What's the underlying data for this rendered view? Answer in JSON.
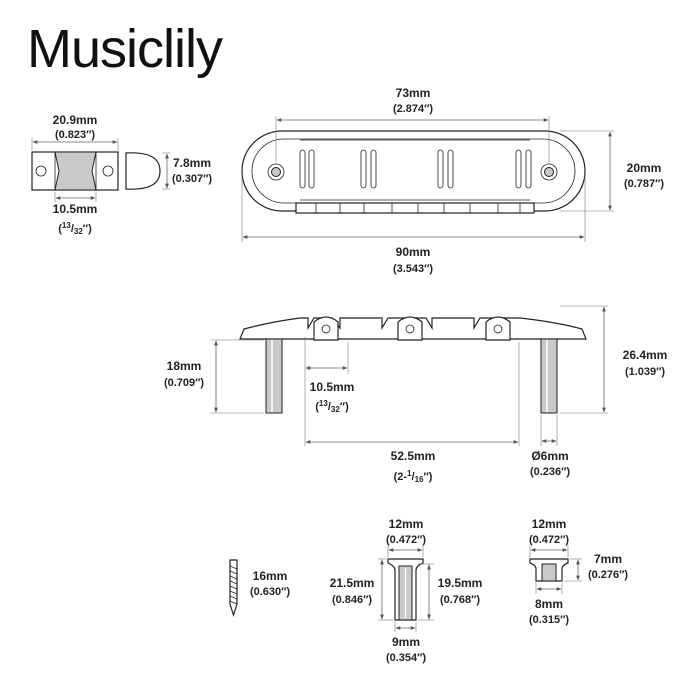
{
  "brand": "Musiclily",
  "top_view": {
    "overall_length": {
      "value": "90mm",
      "inch": "(3.543″)"
    },
    "hole_spacing": {
      "value": "73mm",
      "inch": "(2.874″)"
    },
    "width": {
      "value": "20mm",
      "inch": "(0.787″)"
    }
  },
  "saddle": {
    "length": {
      "value": "20.9mm",
      "inch": "(0.823″)"
    },
    "inner": {
      "value": "10.5mm",
      "inch_pre": "(",
      "inch_num": "13",
      "inch_den": "32",
      "inch_post": "″)"
    },
    "height": {
      "value": "7.8mm",
      "inch": "(0.307″)"
    }
  },
  "side_view": {
    "post_height": {
      "value": "18mm",
      "inch": "(0.709″)"
    },
    "total_height": {
      "value": "26.4mm",
      "inch": "(1.039″)"
    },
    "saddle_spacing": {
      "value": "10.5mm",
      "inch_pre": "(",
      "inch_num": "13",
      "inch_den": "32",
      "inch_post": "″)"
    },
    "string_spread": {
      "value": "52.5mm",
      "inch_pre": "(2-",
      "inch_num": "1",
      "inch_den": "16",
      "inch_post": "″)"
    },
    "post_diameter": {
      "value": "Ø6mm",
      "inch": "(0.236″)"
    }
  },
  "screw": {
    "length": {
      "value": "16mm",
      "inch": "(0.630″)"
    }
  },
  "bushing": {
    "top_diameter": {
      "value": "12mm",
      "inch": "(0.472″)"
    },
    "left_height": {
      "value": "21.5mm",
      "inch": "(0.846″)"
    },
    "right_height": {
      "value": "19.5mm",
      "inch": "(0.768″)"
    },
    "bottom_diameter": {
      "value": "9mm",
      "inch": "(0.354″)"
    }
  },
  "cap": {
    "top_diameter": {
      "value": "12mm",
      "inch": "(0.472″)"
    },
    "height": {
      "value": "7mm",
      "inch": "(0.276″)"
    },
    "bottom_diameter": {
      "value": "8mm",
      "inch": "(0.315″)"
    }
  }
}
